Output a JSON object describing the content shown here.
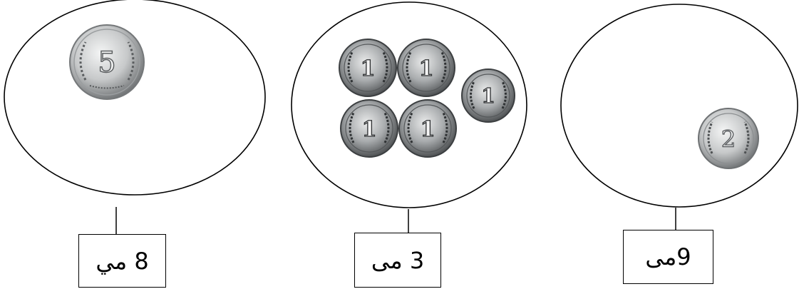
{
  "groups": [
    {
      "id": "left",
      "price_label": "8 مي",
      "coins": [
        {
          "denomination": "5",
          "icon": "coin-5-millimes-icon"
        }
      ]
    },
    {
      "id": "middle",
      "price_label": "3 مى",
      "coins": [
        {
          "denomination": "1",
          "icon": "coin-1-millime-icon"
        },
        {
          "denomination": "1",
          "icon": "coin-1-millime-icon"
        },
        {
          "denomination": "1",
          "icon": "coin-1-millime-icon"
        },
        {
          "denomination": "1",
          "icon": "coin-1-millime-icon"
        },
        {
          "denomination": "1",
          "icon": "coin-1-millime-icon"
        }
      ]
    },
    {
      "id": "right",
      "price_label": "9مى",
      "coins": [
        {
          "denomination": "2",
          "icon": "coin-2-millimes-icon"
        }
      ]
    }
  ],
  "colors": {
    "outline": "#000000",
    "coin_face": "#c9cbcc",
    "coin_rim": "#8e9193",
    "coin_shadow": "#3d3f41",
    "background": "#ffffff"
  }
}
